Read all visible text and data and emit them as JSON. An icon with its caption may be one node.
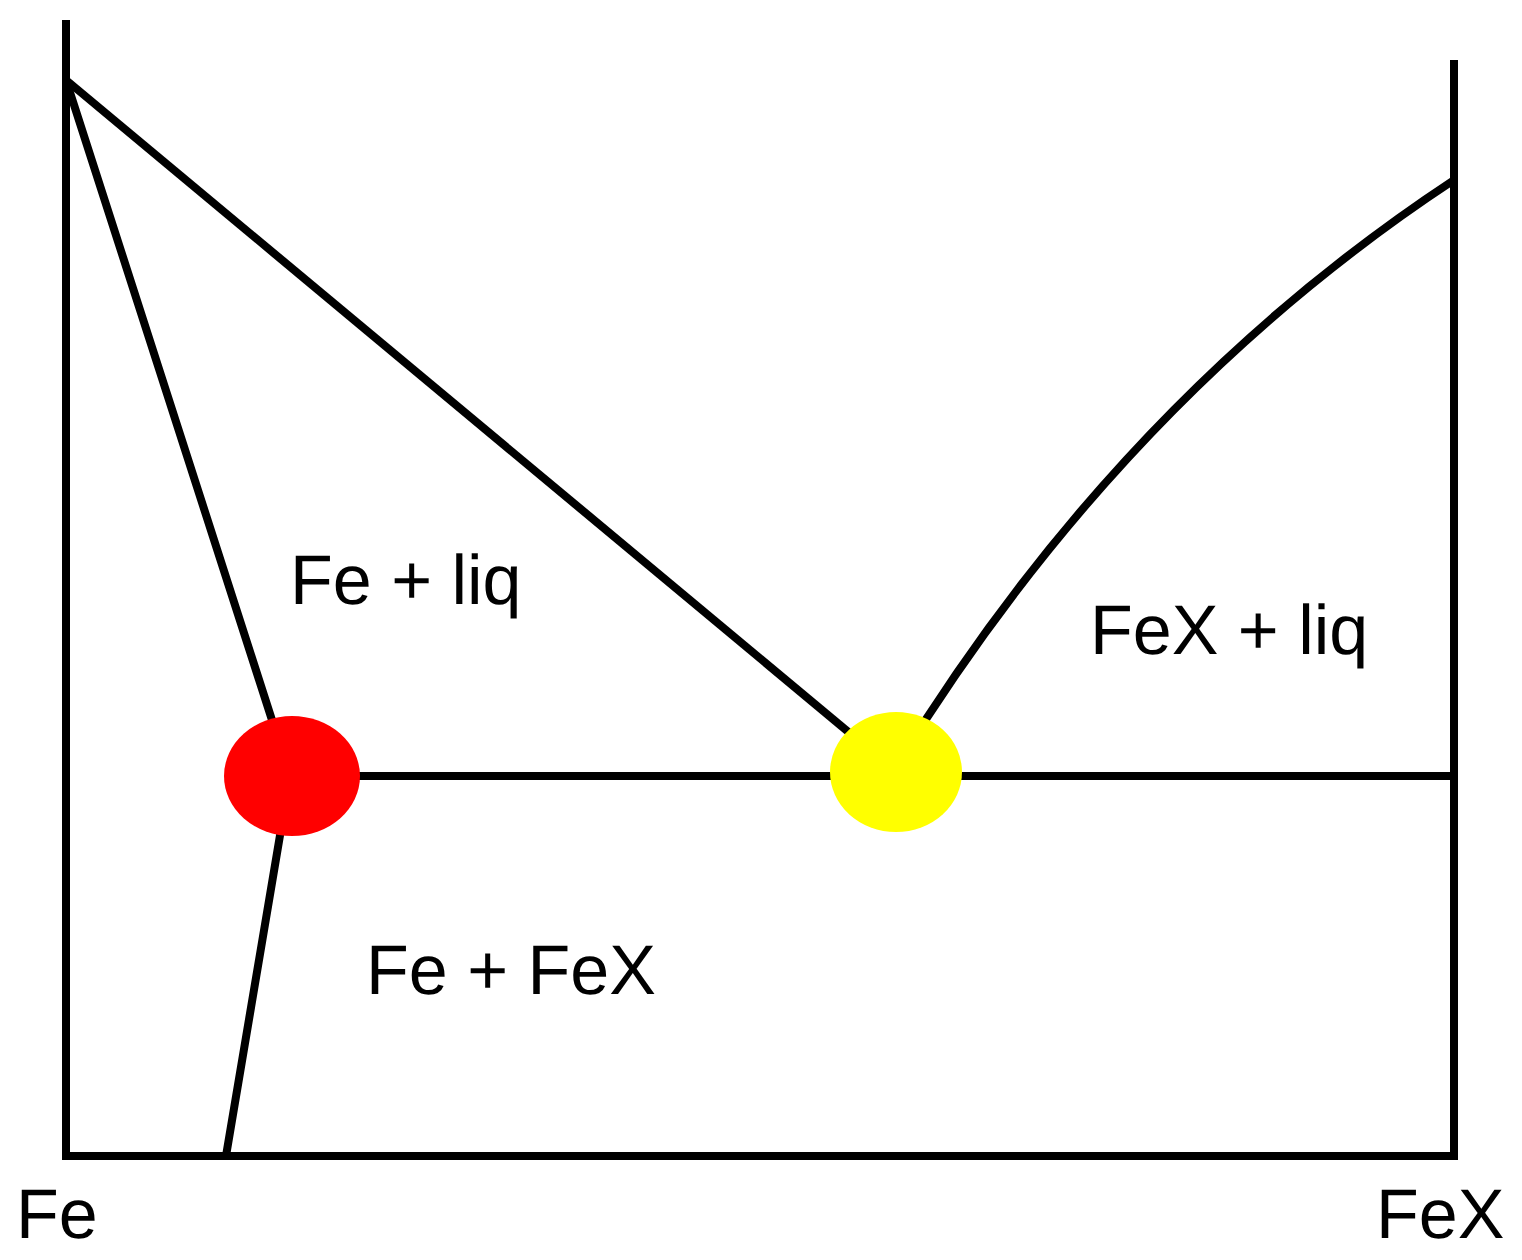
{
  "diagram": {
    "labels": [
      "Fe + liq",
      "FeX + liq",
      "Fe + FeX",
      "Fe",
      "FeX"
    ]
  }
}
